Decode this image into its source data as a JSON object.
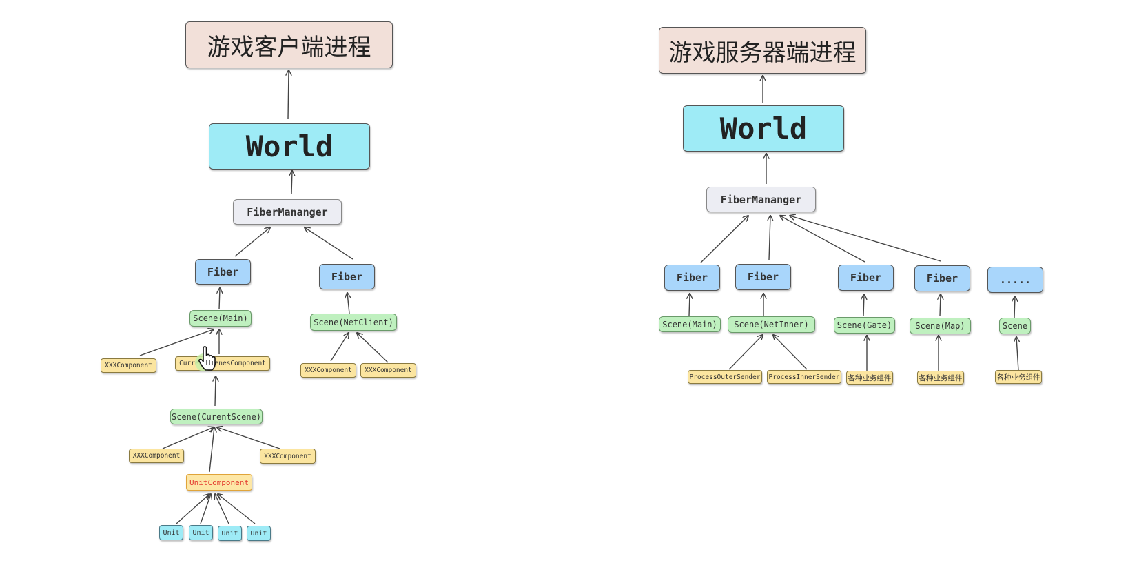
{
  "client": {
    "process": "游戏客户端进程",
    "world": "World",
    "fiber_manager": "FiberMananger",
    "fiber_1": "Fiber",
    "fiber_2": "Fiber",
    "scene_main": "Scene(Main)",
    "scene_netclient": "Scene(NetClient)",
    "comp_xxx_1": "XXXComponent",
    "comp_current_scenes": "CurrentScenesComponent",
    "comp_xxx_2": "XXXComponent",
    "comp_xxx_3": "XXXComponent",
    "scene_current": "Scene(CurentScene)",
    "comp_xxx_4": "XXXComponent",
    "comp_xxx_5": "XXXComponent",
    "unit_component": "UnitComponent",
    "units": [
      "Unit",
      "Unit",
      "Unit",
      "Unit"
    ]
  },
  "server": {
    "process": "游戏服务器端进程",
    "world": "World",
    "fiber_manager": "FiberMananger",
    "fibers": [
      "Fiber",
      "Fiber",
      "Fiber",
      "Fiber",
      "....."
    ],
    "scenes": [
      "Scene(Main)",
      "Scene(NetInner)",
      "Scene(Gate)",
      "Scene(Map)",
      "Scene"
    ],
    "comp_outer_sender": "ProcessOuterSender",
    "comp_inner_sender": "ProcessInnerSender",
    "comp_business": [
      "各种业务组件",
      "各种业务组件",
      "各种业务组件"
    ]
  },
  "colors": {
    "process_fill": "#f2e0d9",
    "world_fill": "#9eebf6",
    "fiber_manager_fill": "#ecedf3",
    "fiber_fill": "#a9d6fb",
    "scene_fill": "#bff0bf",
    "component_fill": "#fbe5a0",
    "unit_component_text": "#e33b2f",
    "arrow": "#444444"
  },
  "icons": {
    "cursor": "hand-pointer-icon"
  }
}
